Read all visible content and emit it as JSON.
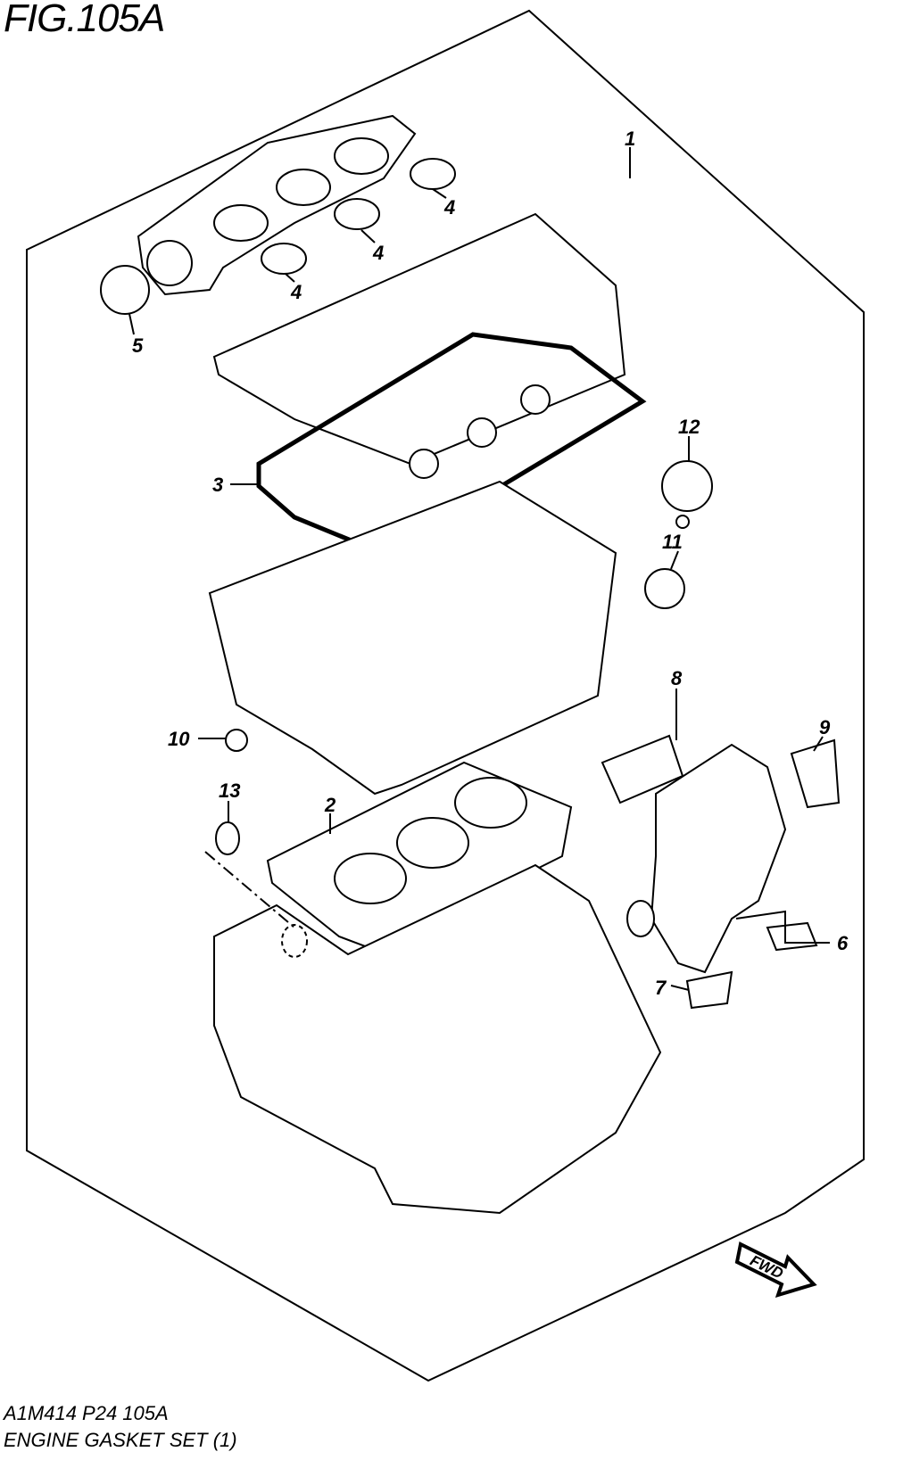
{
  "figure_title": "FIG.105A",
  "drawing_code": "A1M414 P24 105A",
  "drawing_name": "ENGINE GASKET SET (1)",
  "fwd_label": "FWD",
  "callouts": [
    "1",
    "2",
    "3",
    "4",
    "4",
    "4",
    "5",
    "6",
    "7",
    "8",
    "9",
    "10",
    "11",
    "12",
    "13"
  ]
}
